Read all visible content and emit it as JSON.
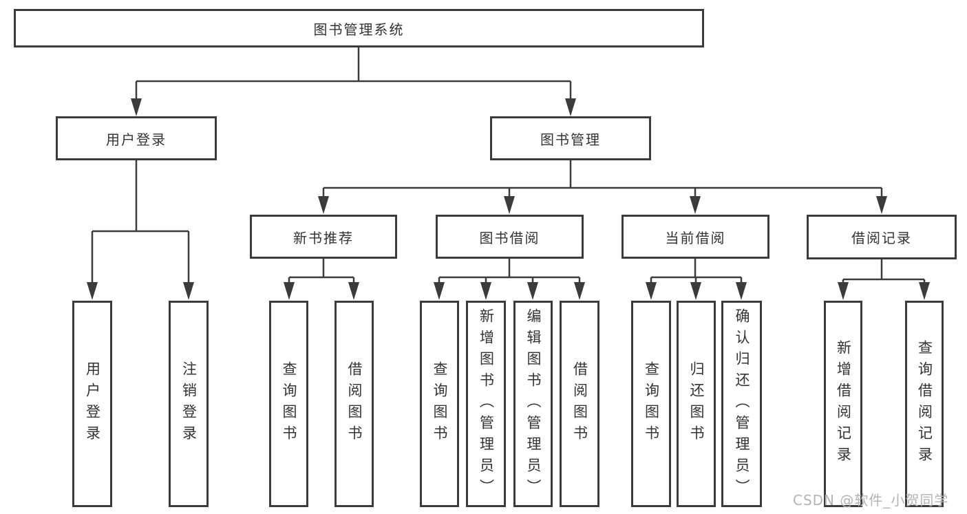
{
  "diagram": {
    "title": "图书管理系统",
    "level2": {
      "user_login": "用户登录",
      "book_management": "图书管理"
    },
    "level3": {
      "new_book_recommend": "新书推荐",
      "book_borrow": "图书借阅",
      "current_borrow": "当前借阅",
      "borrow_records": "借阅记录"
    },
    "leaves": {
      "user_login": "用户登录",
      "logout": "注销登录",
      "nbr_query_books": "查询图书",
      "nbr_borrow_books": "借阅图书",
      "bb_query_books": "查询图书",
      "bb_add_books": "新增图书（管理员）",
      "bb_edit_books": "编辑图书（管理员）",
      "bb_borrow_books": "借阅图书",
      "cb_query_books": "查询图书",
      "cb_return_books": "归还图书",
      "cb_confirm_return": "确认归还（管理员）",
      "br_add_record": "新增借阅记录",
      "br_query_record": "查询借阅记录"
    },
    "watermark": "CSDN @软件_小贺同学",
    "colors": {
      "line": "#3b3b3b",
      "text": "#333333",
      "watermark": "#b3b3b3",
      "background": "#ffffff"
    }
  }
}
